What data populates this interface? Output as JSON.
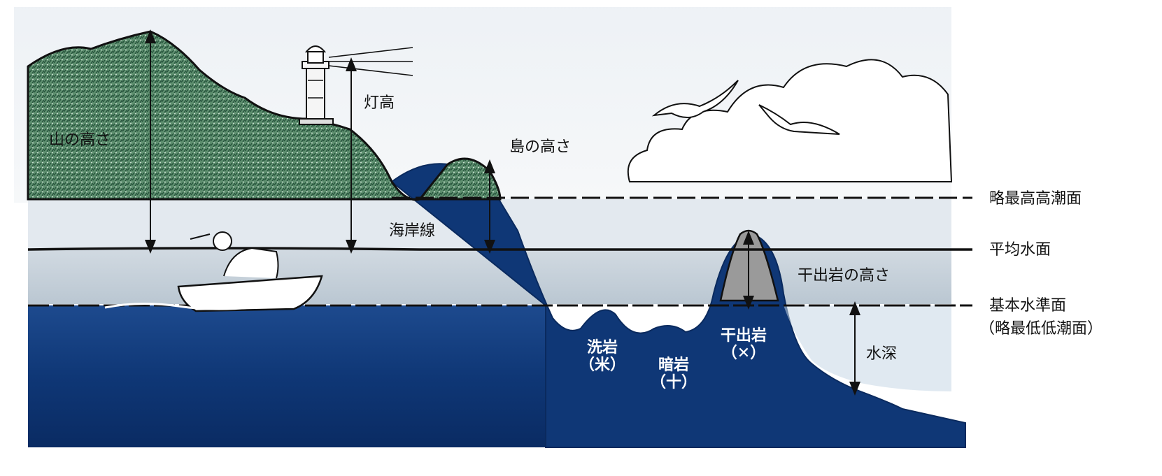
{
  "labels": {
    "mountain_height": "山の高さ",
    "light_height": "灯高",
    "island_height": "島の高さ",
    "coastline": "海岸線",
    "hhw": "略最高高潮面",
    "msl": "平均水面",
    "drying_rock_height": "干出岩の高さ",
    "datum": "基本水準面",
    "datum_sub": "（略最低低潮面）",
    "depth": "水深",
    "awash_rock": "洗岩",
    "awash_symbol": "（米）",
    "sunken_rock": "暗岩",
    "sunken_symbol": "（十）",
    "drying_rock": "干出岩",
    "drying_symbol": "（✕）"
  },
  "colors": {
    "sea_deep": "#0b2f6e",
    "sea_mid": "#173f83",
    "intertidal": "#b6c4d0",
    "hill_green": "#3f7a58",
    "sky_light": "#eef2f6",
    "rock_grey": "#8f8f8f"
  },
  "icons": [
    "mountain",
    "lighthouse",
    "island",
    "boat",
    "seagull",
    "cloud",
    "rock"
  ]
}
